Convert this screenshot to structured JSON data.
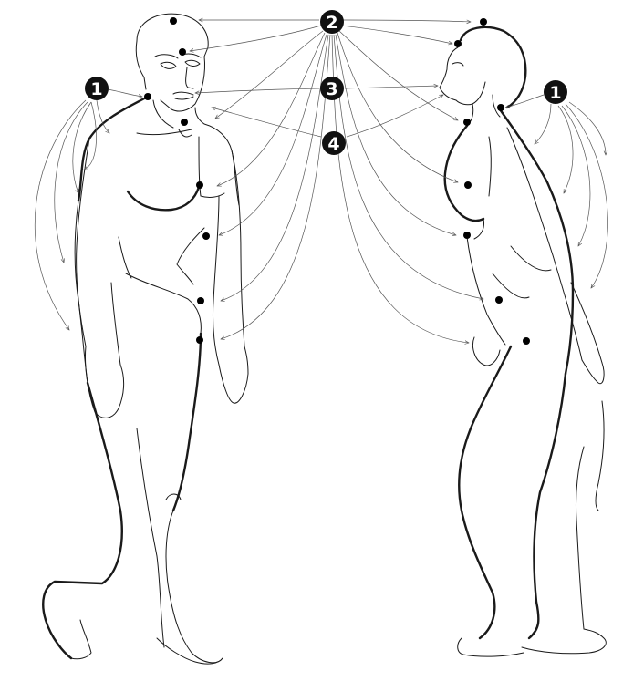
{
  "diagram": {
    "markers": [
      {
        "id": "marker-1-left",
        "label": "1"
      },
      {
        "id": "marker-2-center",
        "label": "2"
      },
      {
        "id": "marker-3-center",
        "label": "3"
      },
      {
        "id": "marker-4-center",
        "label": "4"
      },
      {
        "id": "marker-1-right",
        "label": "1"
      }
    ],
    "colors": {
      "ink": "#1a1a1a",
      "arrow": "#555555",
      "dot": "#000000",
      "badge": "#111111",
      "badge_text": "#ffffff"
    }
  }
}
